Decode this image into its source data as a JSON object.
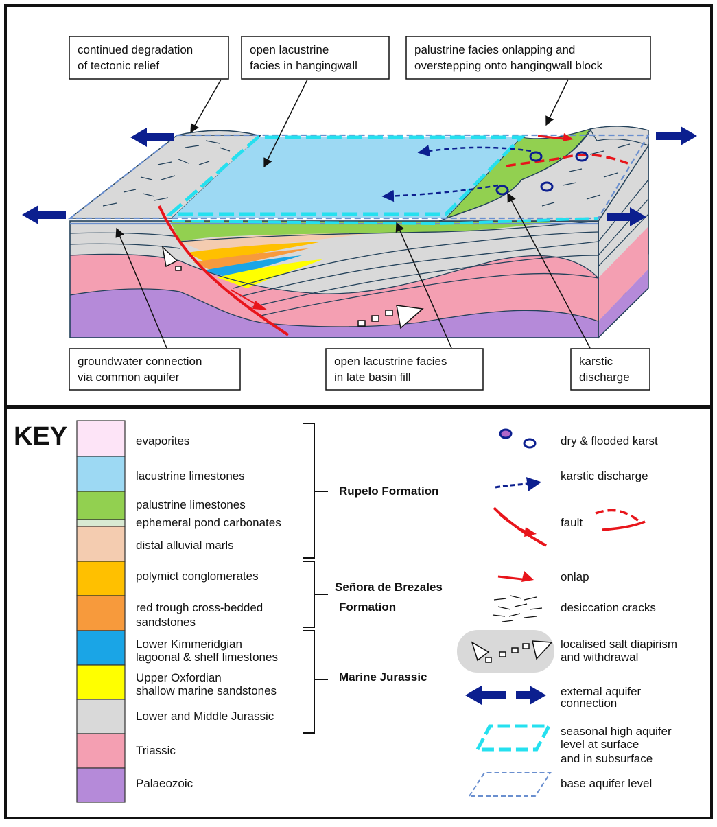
{
  "callouts": {
    "degradation": [
      "continued degradation",
      "of tectonic relief"
    ],
    "open_hangingwall": [
      "open lacustrine",
      "facies in hangingwall"
    ],
    "palustrine_onlap": [
      "palustrine facies onlapping and",
      "overstepping onto hangingwall block"
    ],
    "groundwater": [
      "groundwater connection",
      "via common aquifer"
    ],
    "late_fill": [
      "open lacustrine facies",
      "in late basin fill"
    ],
    "karstic": [
      "karstic",
      "discharge"
    ]
  },
  "key": {
    "title": "KEY",
    "units": [
      {
        "label": [
          "evaporites"
        ],
        "color": "#fde4f7"
      },
      {
        "label": [
          "lacustrine limestones"
        ],
        "color": "#9dd9f3"
      },
      {
        "label": [
          "palustrine limestones"
        ],
        "color": "#92d050"
      },
      {
        "label": [
          "ephemeral pond carbonates"
        ],
        "color": "#d9ead3"
      },
      {
        "label": [
          "distal alluvial marls"
        ],
        "color": "#f4ccb0"
      },
      {
        "label": [
          "polymict conglomerates"
        ],
        "color": "#ffc000"
      },
      {
        "label": [
          "red trough cross-bedded",
          "sandstones"
        ],
        "color": "#f79a3c"
      },
      {
        "label": [
          "Lower Kimmeridgian",
          "lagoonal & shelf limestones"
        ],
        "color": "#1aa5e6"
      },
      {
        "label": [
          "Upper Oxfordian",
          "shallow marine sandstones"
        ],
        "color": "#ffff00"
      },
      {
        "label": [
          "Lower and Middle Jurassic"
        ],
        "color": "#d9d9d9"
      },
      {
        "label": [
          "Triassic"
        ],
        "color": "#f49fb2"
      },
      {
        "label": [
          "Palaeozoic"
        ],
        "color": "#b58ad9"
      }
    ],
    "groups": {
      "rupelo": [
        "Rupelo Formation"
      ],
      "senora": [
        "Señora de Brezales",
        "Formation"
      ],
      "marine": [
        "Marine Jurassic"
      ]
    },
    "symbols": {
      "karst": [
        "dry & flooded karst"
      ],
      "discharge": [
        "karstic discharge"
      ],
      "fault": [
        "fault"
      ],
      "onlap": [
        "onlap"
      ],
      "cracks": [
        "desiccation cracks"
      ],
      "salt": [
        "localised salt diapirism",
        "and withdrawal"
      ],
      "aquifer_ext": [
        "external aquifer",
        "connection"
      ],
      "aquifer_high": [
        "seasonal high aquifer",
        "level at surface",
        "and in subsurface"
      ],
      "aquifer_base": [
        "base aquifer level"
      ]
    }
  },
  "colors": {
    "arrow_blue": "#0c1f8f",
    "fault_red": "#e8151b",
    "aquifer_cyan": "#25e0ef",
    "aquifer_base": "#6a8fcf",
    "outline": "#23415a"
  }
}
